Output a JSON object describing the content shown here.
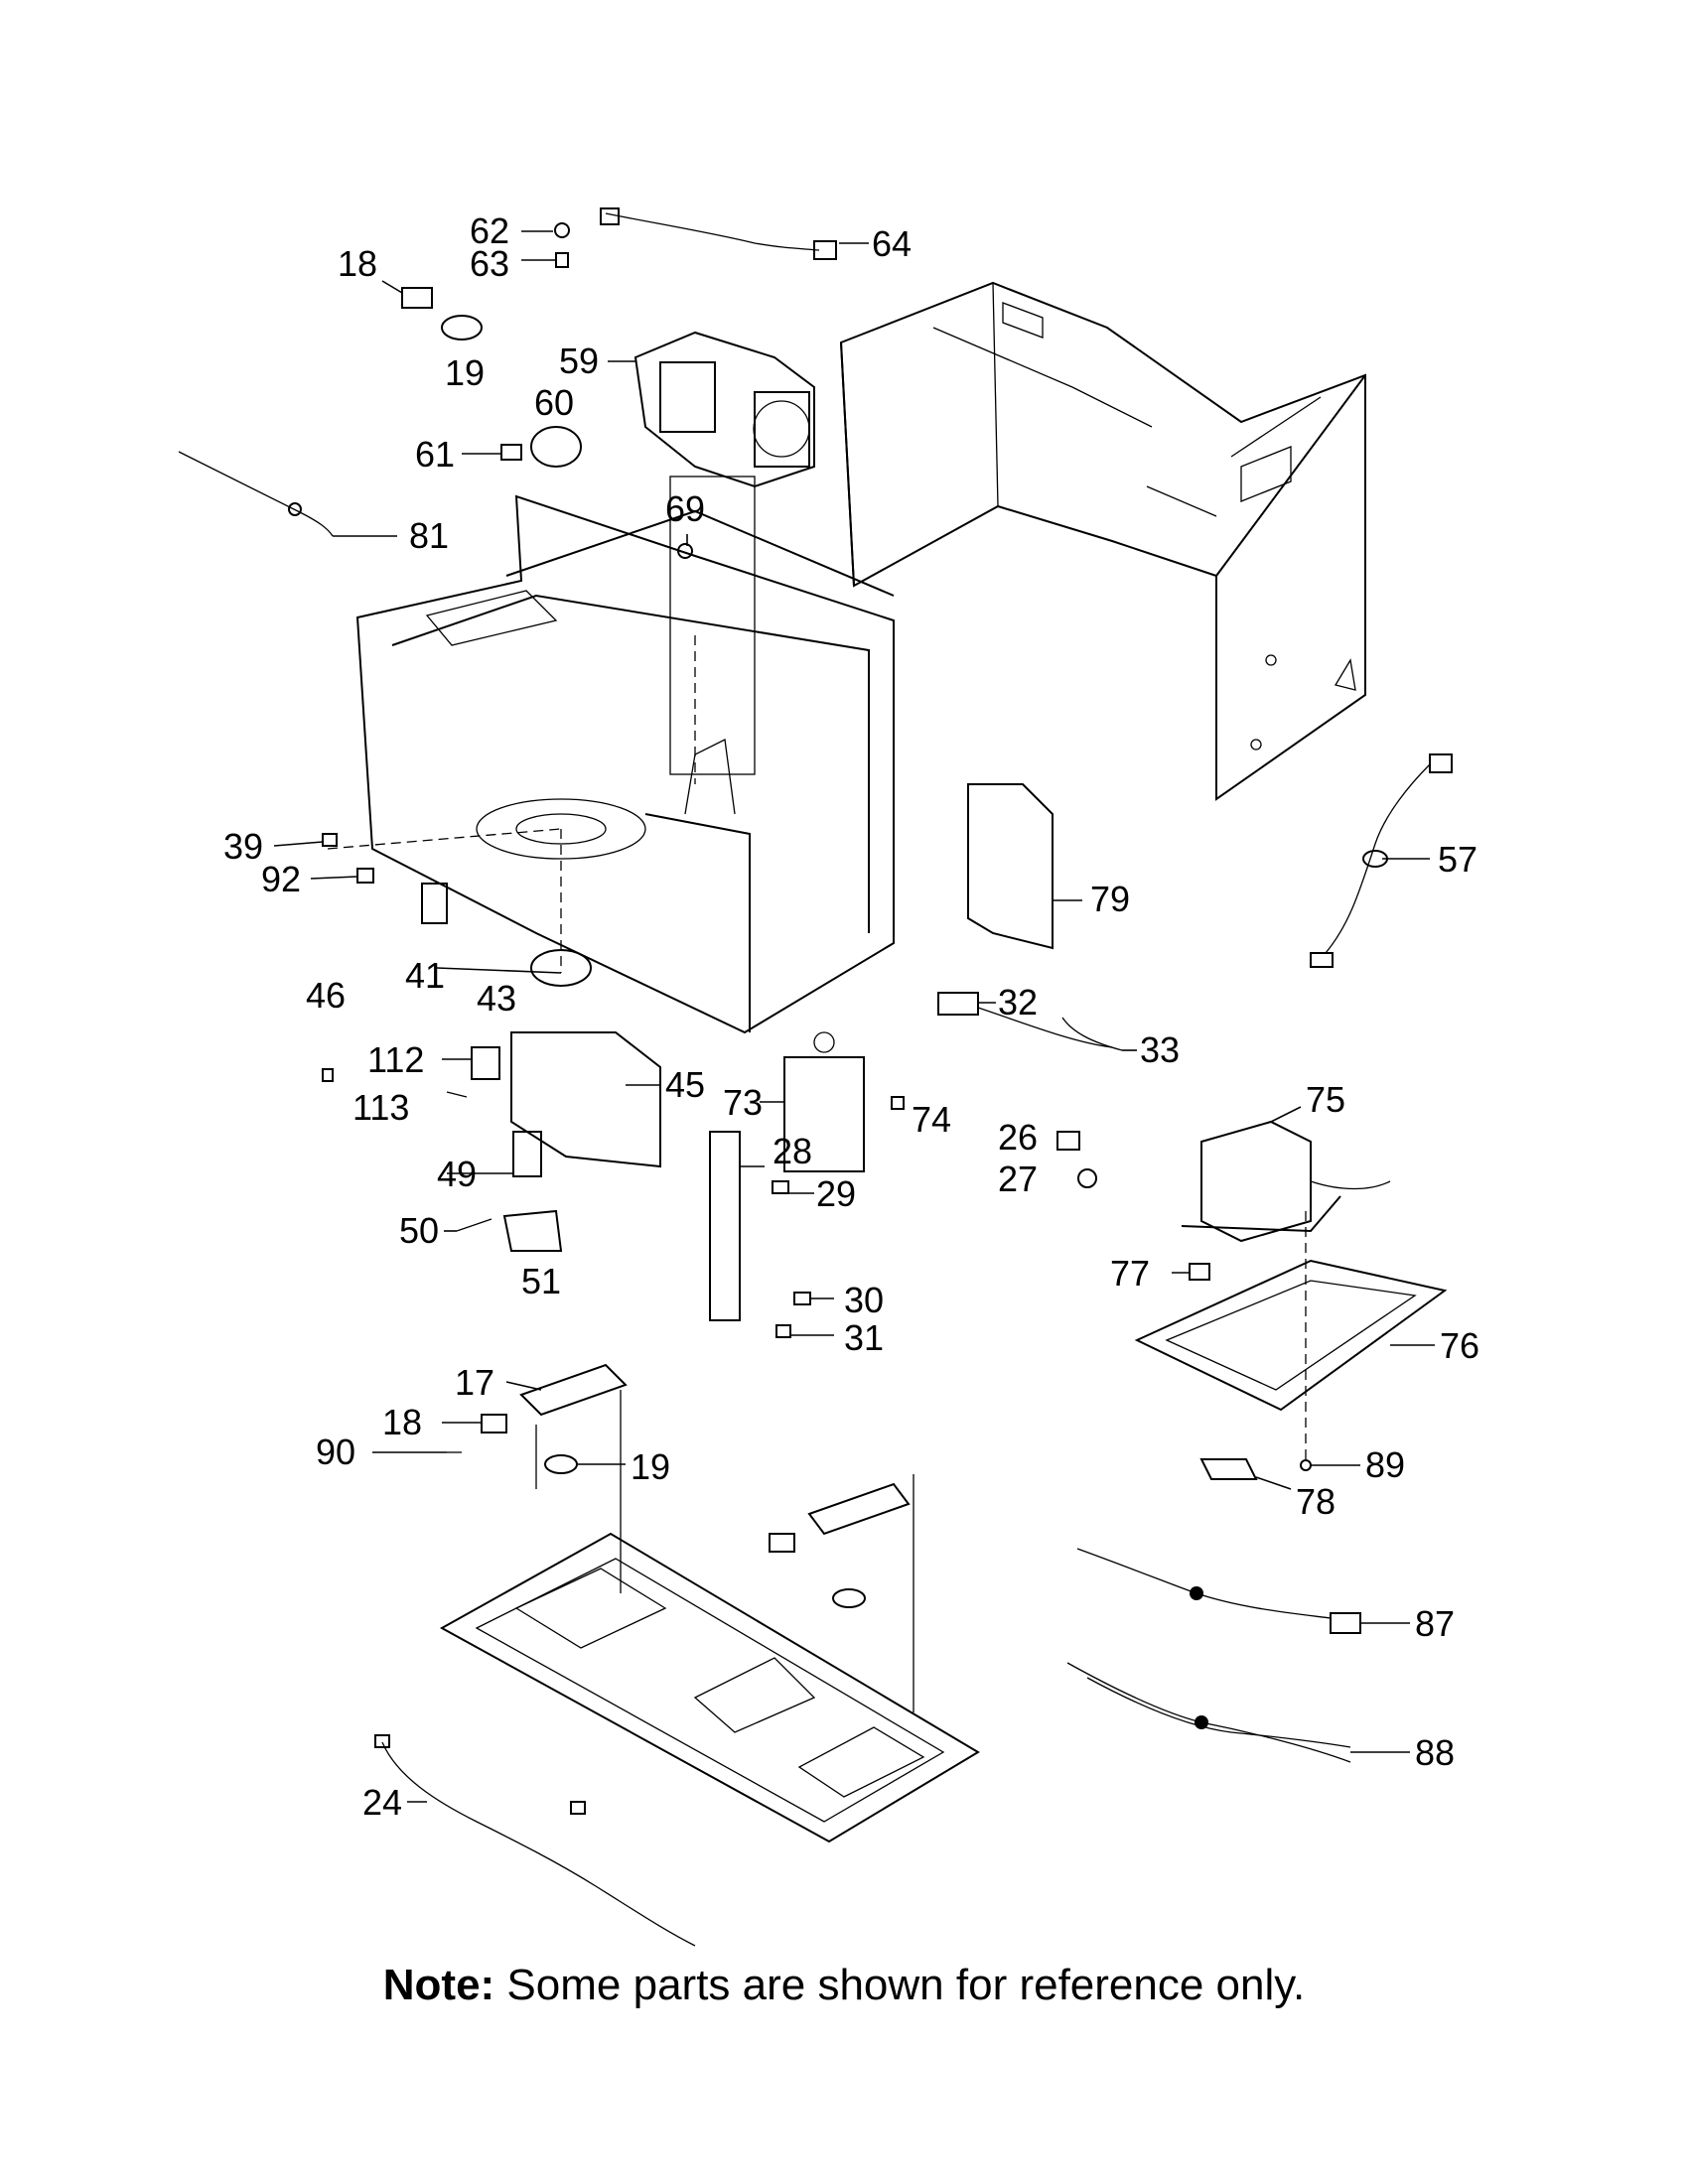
{
  "diagram": {
    "callouts": [
      {
        "id": "c18a",
        "text": "18"
      },
      {
        "id": "c19a",
        "text": "19"
      },
      {
        "id": "c62",
        "text": "62"
      },
      {
        "id": "c63",
        "text": "63"
      },
      {
        "id": "c64",
        "text": "64"
      },
      {
        "id": "c59",
        "text": "59"
      },
      {
        "id": "c60",
        "text": "60"
      },
      {
        "id": "c61",
        "text": "61"
      },
      {
        "id": "c81",
        "text": "81"
      },
      {
        "id": "c69",
        "text": "69"
      },
      {
        "id": "c57",
        "text": "57"
      },
      {
        "id": "c79",
        "text": "79"
      },
      {
        "id": "c39",
        "text": "39"
      },
      {
        "id": "c92",
        "text": "92"
      },
      {
        "id": "c41",
        "text": "41"
      },
      {
        "id": "c43",
        "text": "43"
      },
      {
        "id": "c46",
        "text": "46"
      },
      {
        "id": "c112",
        "text": "112"
      },
      {
        "id": "c113",
        "text": "113"
      },
      {
        "id": "c45",
        "text": "45"
      },
      {
        "id": "c49",
        "text": "49"
      },
      {
        "id": "c50",
        "text": "50"
      },
      {
        "id": "c51",
        "text": "51"
      },
      {
        "id": "c73",
        "text": "73"
      },
      {
        "id": "c74",
        "text": "74"
      },
      {
        "id": "c28",
        "text": "28"
      },
      {
        "id": "c29",
        "text": "29"
      },
      {
        "id": "c30",
        "text": "30"
      },
      {
        "id": "c31",
        "text": "31"
      },
      {
        "id": "c32",
        "text": "32"
      },
      {
        "id": "c33",
        "text": "33"
      },
      {
        "id": "c26",
        "text": "26"
      },
      {
        "id": "c27",
        "text": "27"
      },
      {
        "id": "c75",
        "text": "75"
      },
      {
        "id": "c77",
        "text": "77"
      },
      {
        "id": "c76",
        "text": "76"
      },
      {
        "id": "c89",
        "text": "89"
      },
      {
        "id": "c78",
        "text": "78"
      },
      {
        "id": "c17",
        "text": "17"
      },
      {
        "id": "c18b",
        "text": "18"
      },
      {
        "id": "c90",
        "text": "90"
      },
      {
        "id": "c19b",
        "text": "19"
      },
      {
        "id": "c87",
        "text": "87"
      },
      {
        "id": "c88",
        "text": "88"
      },
      {
        "id": "c24",
        "text": "24"
      }
    ]
  },
  "note": {
    "prefix": "Note:",
    "text": " Some parts are shown for reference only."
  }
}
